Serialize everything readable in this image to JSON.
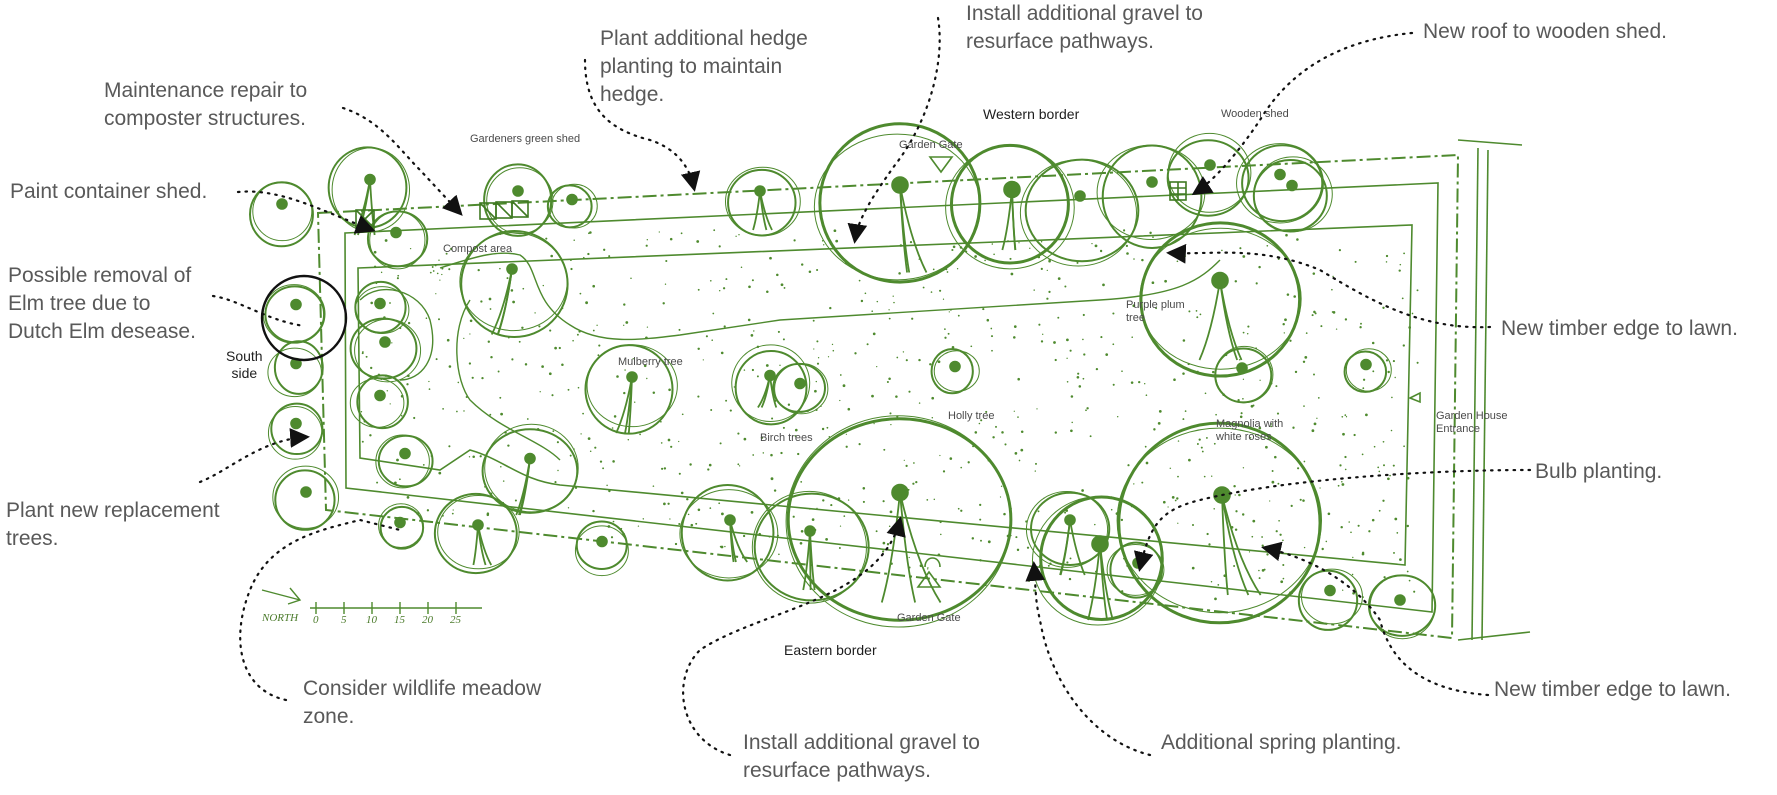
{
  "annotations": {
    "maintenance_composter": "Maintenance repair to\ncomposter structures.",
    "plant_hedge": "Plant additional hedge\nplanting to maintain\nhedge.",
    "gravel_top": "Install additional gravel to\nresurface pathways.",
    "new_roof": "New roof to wooden shed.",
    "paint_shed": "Paint container shed.",
    "elm_removal": "Possible removal of\nElm tree due to\nDutch Elm desease.",
    "timber_edge_right": "New timber edge to lawn.",
    "bulb_planting": "Bulb planting.",
    "replacement_trees": "Plant new replacement\ntrees.",
    "timber_edge_bottom": "New timber edge to lawn.",
    "wildlife_meadow": "Consider wildlife meadow\nzone.",
    "gravel_bottom": "Install additional gravel to\nresurface pathways.",
    "spring_planting": "Additional spring planting."
  },
  "plan_labels": {
    "gardeners_green_shed": "Gardeners green shed",
    "compost_area": "Compost area",
    "garden_gate_top": "Garden Gate",
    "western_border": "Western border",
    "wooden_shed": "Wooden shed",
    "purple_plum_tree": "Purple plum\ntree",
    "mulberry_tree": "Mulberry tree",
    "birch_trees": "Birch trees",
    "holly_tree": "Holly tree",
    "magnolia": "Magnolia with\nwhite roses",
    "garden_house_entrance": "Garden House\nEntrance",
    "garden_gate_bottom": "Garden Gate",
    "eastern_border": "Eastern border",
    "south_side": "South\nside",
    "north": "NORTH",
    "scale_ticks": [
      "0",
      "5",
      "10",
      "15",
      "20",
      "25"
    ]
  },
  "colors": {
    "sketch_green": "#4e8a2e",
    "sketch_green_dark": "#3f7a22",
    "annotation_text": "#595959",
    "leader_line": "#111111"
  }
}
